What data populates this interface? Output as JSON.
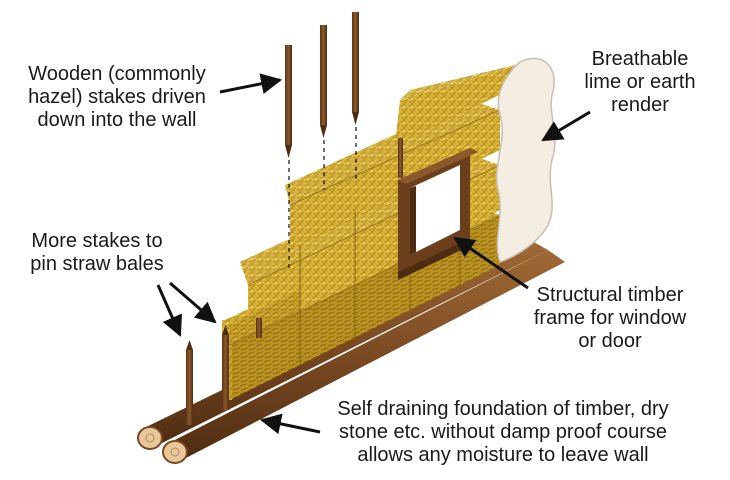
{
  "labels": {
    "stakes_top": {
      "lines": [
        "Wooden (commonly",
        "hazel) stakes driven",
        "down into the wall"
      ]
    },
    "render": {
      "lines": [
        "Breathable",
        "lime or earth",
        "render"
      ]
    },
    "stakes_side": {
      "lines": [
        "More stakes to",
        "pin straw bales"
      ]
    },
    "frame": {
      "lines": [
        "Structural timber",
        "frame for window",
        "or door"
      ]
    },
    "foundation": {
      "lines": [
        "Self draining foundation of timber, dry",
        "stone etc. without damp proof course",
        "allows any moisture to leave wall"
      ]
    }
  },
  "colors": {
    "straw": "#d9b437",
    "straw_dark": "#a9851d",
    "timber": "#7a4a22",
    "timber_dark": "#4e2c12",
    "log_end": "#e8c89a",
    "render": "#f3ede2",
    "arrow": "#111111"
  }
}
